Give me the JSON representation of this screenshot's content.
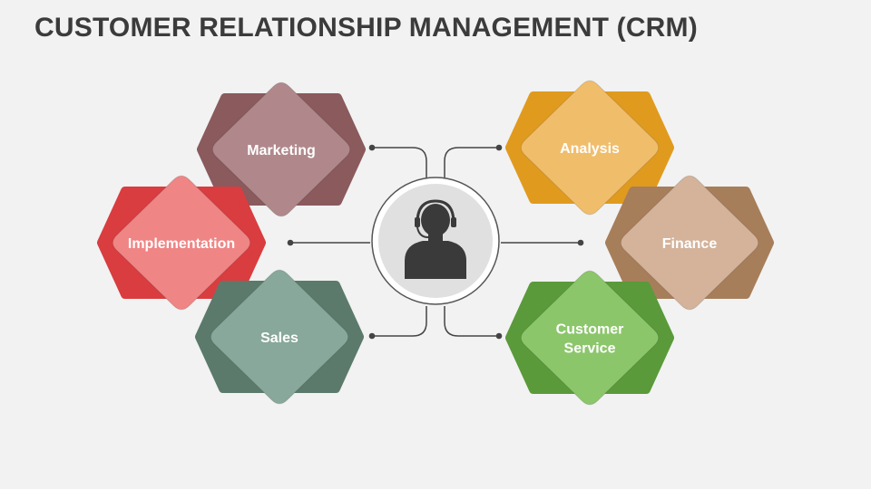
{
  "title": "CUSTOMER RELATIONSHIP MANAGEMENT (CRM)",
  "center": {
    "icon": "customer-support-agent-icon"
  },
  "nodes": [
    {
      "id": "marketing",
      "lines": [
        "Marketing"
      ],
      "color": "#b0888b",
      "shadow": "#8a5a5d"
    },
    {
      "id": "implementation",
      "lines": [
        "Implementation"
      ],
      "color": "#ef8585",
      "shadow": "#d93d3f"
    },
    {
      "id": "sales",
      "lines": [
        "Sales"
      ],
      "color": "#87a89a",
      "shadow": "#5b7a6c"
    },
    {
      "id": "analysis",
      "lines": [
        "Analysis"
      ],
      "color": "#f0bd6b",
      "shadow": "#e09b1f"
    },
    {
      "id": "finance",
      "lines": [
        "Finance"
      ],
      "color": "#d4b39a",
      "shadow": "#a77e5a"
    },
    {
      "id": "customer-service",
      "lines": [
        "Customer",
        "Service"
      ],
      "color": "#8cc66b",
      "shadow": "#5a9a3a"
    }
  ]
}
